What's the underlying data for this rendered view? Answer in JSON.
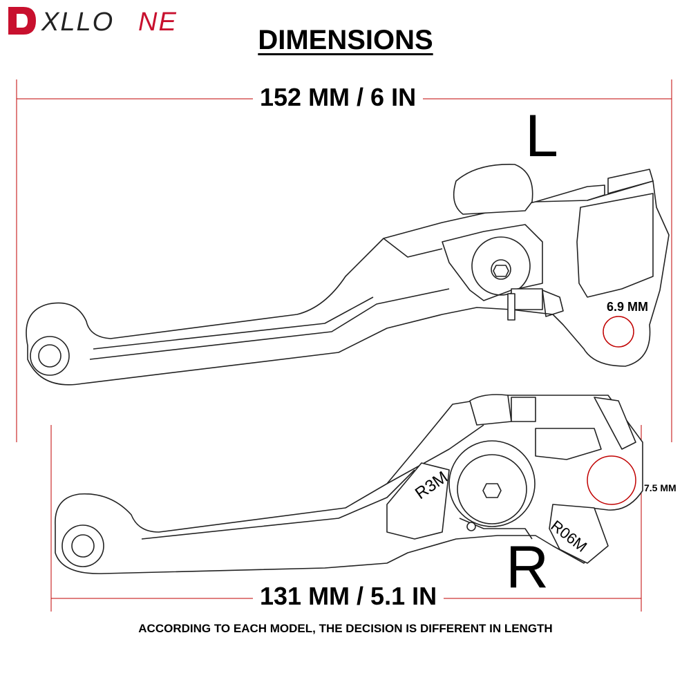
{
  "brand": {
    "logo_text": "DXLLONE",
    "accent_color": "#c8102e",
    "dark_color": "#222222"
  },
  "header": {
    "title": "DIMENSIONS"
  },
  "levers": {
    "left": {
      "side_label": "L",
      "length_label": "152 MM / 6 IN",
      "hole_label": "6.9 MM"
    },
    "right": {
      "side_label": "R",
      "length_label": "131 MM / 5.1 IN",
      "hole_label": "7.5 MM",
      "engraving_1": "R3M",
      "engraving_2": "R06M"
    }
  },
  "footer": {
    "note": "ACCORDING TO EACH MODEL, THE DECISION IS DIFFERENT IN LENGTH"
  },
  "colors": {
    "dimension_line": "#c00000",
    "outline": "#222222"
  }
}
